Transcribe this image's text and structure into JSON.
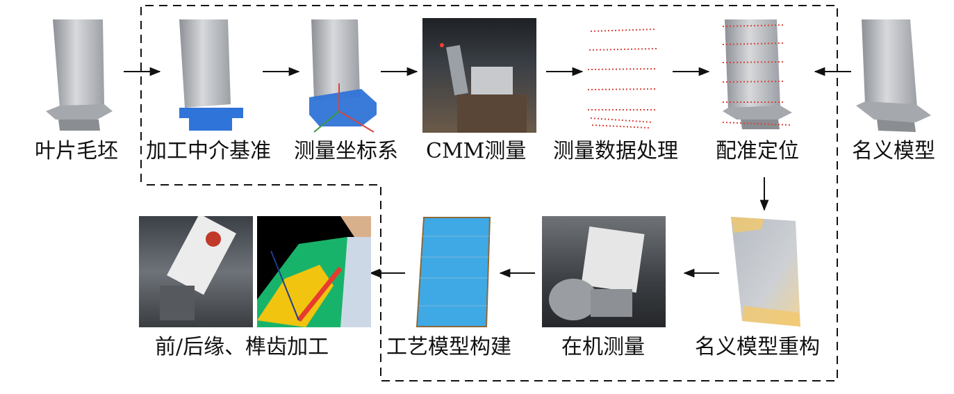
{
  "stages_top": [
    {
      "label": "叶片毛坯"
    },
    {
      "label": "加工中介基准"
    },
    {
      "label": "测量坐标系"
    },
    {
      "label": "CMM测量"
    },
    {
      "label": "测量数据处理"
    },
    {
      "label": "配准定位"
    },
    {
      "label": "名义模型"
    }
  ],
  "stages_bottom": [
    {
      "label": "名义模型重构"
    },
    {
      "label": "在机测量"
    },
    {
      "label": "工艺模型构建"
    },
    {
      "label": "前/后缘、榫齿加工"
    }
  ],
  "colors": {
    "blade": "#b9bcc2",
    "fixture_blue": "#2f74d8",
    "scan_red": "#d6453b",
    "model_blue": "#3fa9e6",
    "arrow": "#111111",
    "dash": "#111111"
  }
}
